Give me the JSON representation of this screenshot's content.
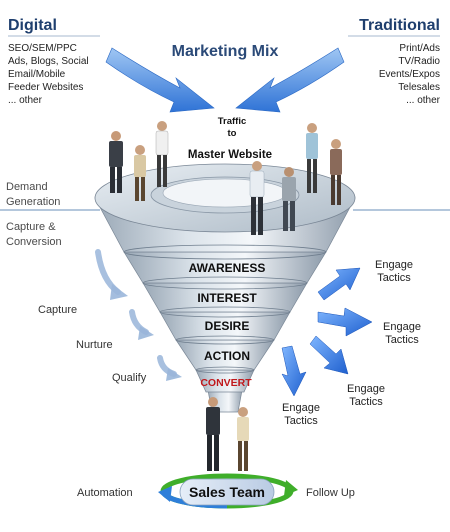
{
  "title": "Marketing Mix",
  "digital": {
    "heading": "Digital",
    "items": [
      "SEO/SEM/PPC",
      "Ads, Blogs, Social",
      "Email/Mobile",
      "Feeder Websites",
      "... other"
    ]
  },
  "traditional": {
    "heading": "Traditional",
    "items": [
      "Print/Ads",
      "TV/Radio",
      "Events/Expos",
      "Telesales",
      "... other"
    ]
  },
  "traffic": [
    "Traffic",
    "to",
    "Master Website"
  ],
  "demand_label": [
    "Demand",
    "Generation"
  ],
  "capture_label": [
    "Capture &",
    "Conversion"
  ],
  "funnel_stages": [
    "AWARENESS",
    "INTEREST",
    "DESIRE",
    "ACTION",
    "CONVERT"
  ],
  "side_labels": [
    "Capture",
    "Nurture",
    "Qualify"
  ],
  "engage_tactics": [
    "Engage",
    "Tactics"
  ],
  "automation": "Automation",
  "sales_team": "Sales Team",
  "follow_up": "Follow Up",
  "colors": {
    "heading": "#1f3f6e",
    "funnel_text": "#0e0e0e",
    "convert": "#c0181c",
    "arrow_blue": "#2d7fe0",
    "cycle_green": "#3fae2a"
  }
}
